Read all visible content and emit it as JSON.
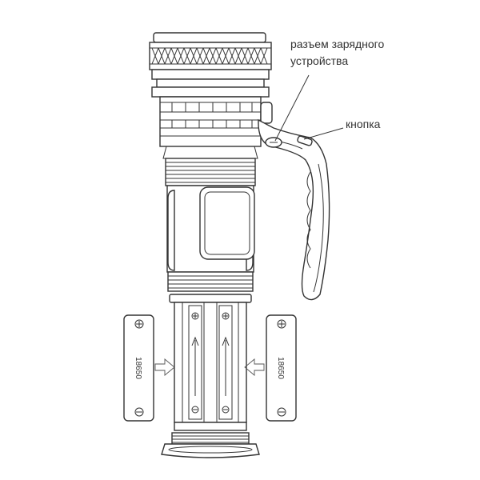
{
  "labels": {
    "charging_port": [
      "разъем зарядного",
      "устройства"
    ],
    "button": "кнопка"
  },
  "batteries": {
    "left": "18650",
    "right": "18650"
  },
  "colors": {
    "line": "#333333",
    "background": "#ffffff"
  }
}
